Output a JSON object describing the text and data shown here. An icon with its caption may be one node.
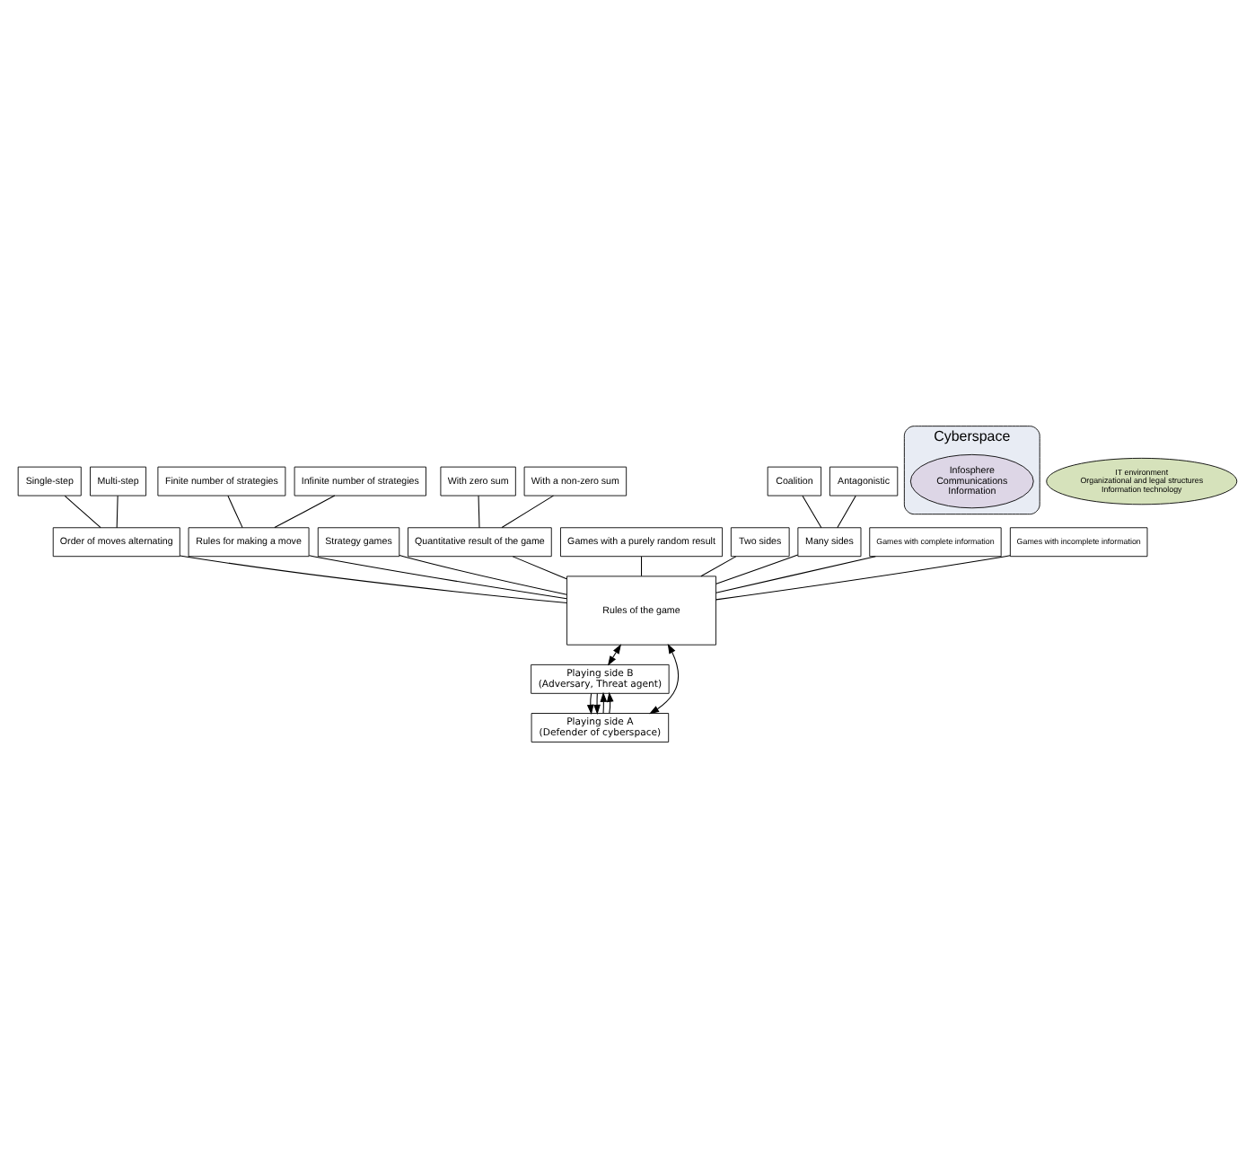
{
  "diagram": {
    "nodes": [
      {
        "text": [
          "Single-step"
        ]
      },
      {
        "text": [
          "Multi-step"
        ]
      },
      {
        "text": [
          "Finite number of strategies"
        ]
      },
      {
        "text": [
          "Infinite number of strategies"
        ]
      },
      {
        "text": [
          "Order of moves alternating"
        ]
      },
      {
        "text": [
          "Rules for making a move"
        ]
      },
      {
        "text": [
          "With zero sum"
        ]
      },
      {
        "text": [
          "Strategy games"
        ]
      },
      {
        "text": [
          "Quantitative result of the game"
        ]
      },
      {
        "text": [
          "With a non-zero sum"
        ]
      },
      {
        "text": [
          "Games with a purely random result"
        ]
      },
      {
        "text": [
          "Two sides"
        ]
      },
      {
        "text": [
          "Many sides"
        ]
      },
      {
        "text": [
          "Games with complete information"
        ]
      },
      {
        "text": [
          "Rules of the game"
        ]
      },
      {
        "text": [
          "Coalition"
        ]
      },
      {
        "text": [
          "Games with incomplete information"
        ]
      },
      {
        "text": [
          "Antagonistic"
        ]
      },
      {
        "text": [
          "Playing side B",
          "(Adversary, Threat agent)"
        ]
      },
      {
        "text": [
          "Cyberspace"
        ]
      },
      {
        "text": [
          "Playing side A",
          "(Defender of cyberspace)"
        ]
      },
      {
        "text": [
          "IT environment",
          "Organizational and legal structures",
          "Information technology"
        ]
      },
      {
        "text": [
          "Infosphere",
          "Communications",
          "Information"
        ],
        "in": 19
      }
    ],
    "edges": [
      {
        "from": 0,
        "to": 4,
        "arrow": "none"
      },
      {
        "from": 1,
        "to": 4,
        "arrow": "none"
      },
      {
        "from": 2,
        "to": 5,
        "arrow": "none"
      },
      {
        "from": 3,
        "to": 5,
        "arrow": "none"
      },
      {
        "from": 6,
        "to": 8,
        "arrow": "none"
      },
      {
        "from": 9,
        "to": 8,
        "arrow": "none"
      },
      {
        "from": 4,
        "to": 14,
        "arrow": "none"
      },
      {
        "from": 7,
        "to": 14,
        "arrow": "none"
      },
      {
        "from": 10,
        "to": 14,
        "arrow": "none"
      },
      {
        "from": 13,
        "to": 14,
        "arrow": "none"
      },
      {
        "from": 16,
        "to": 14,
        "arrow": "none"
      },
      {
        "from": 5,
        "to": 14,
        "arrow": "none"
      },
      {
        "from": 8,
        "to": 14,
        "arrow": "none"
      },
      {
        "from": 11,
        "to": 14,
        "arrow": "none"
      },
      {
        "from": 12,
        "to": 14,
        "arrow": "none"
      },
      {
        "from": 15,
        "to": 12,
        "arrow": "none"
      },
      {
        "from": 17,
        "to": 12,
        "arrow": "none"
      },
      {
        "from": 14,
        "to": 18,
        "arrow": "both"
      },
      {
        "from": 14,
        "to": 20,
        "arrow": "both"
      },
      {
        "from": 18,
        "to": 20,
        "arrow": "to"
      },
      {
        "from": 18,
        "to": 20,
        "arrow": "to"
      },
      {
        "from": 20,
        "to": 18,
        "arrow": "to"
      },
      {
        "from": 20,
        "to": 18,
        "arrow": "to"
      }
    ]
  }
}
